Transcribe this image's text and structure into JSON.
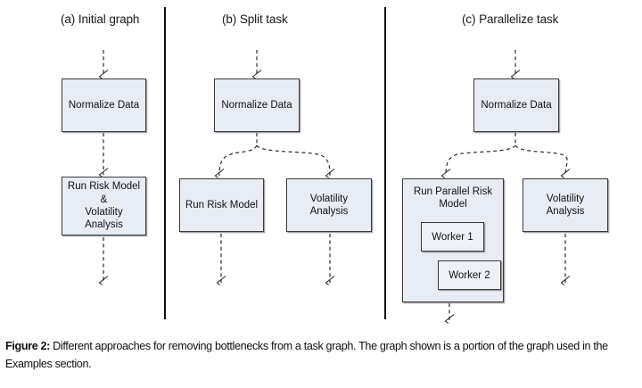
{
  "figure": {
    "caption_label": "Figure 2:",
    "caption_text": " Different approaches for removing bottlenecks from a task graph. The graph shown is a portion of the graph used in the Examples section."
  },
  "panels": [
    {
      "id": "a",
      "title": "(a) Initial graph",
      "nodes": [
        {
          "name": "normalize-data",
          "label": "Normalize Data"
        },
        {
          "name": "run-risk-model-and-volatility-analysis",
          "label": "Run Risk Model\n&\nVolatility\nAnalysis"
        }
      ]
    },
    {
      "id": "b",
      "title": "(b) Split task",
      "nodes": [
        {
          "name": "normalize-data",
          "label": "Normalize Data"
        },
        {
          "name": "run-risk-model",
          "label": "Run Risk Model"
        },
        {
          "name": "volatility-analysis",
          "label": "Volatility\nAnalysis"
        }
      ]
    },
    {
      "id": "c",
      "title": "(c) Parallelize task",
      "nodes": [
        {
          "name": "normalize-data",
          "label": "Normalize Data"
        },
        {
          "name": "run-parallel-risk-model",
          "label": "Run Parallel Risk\nModel"
        },
        {
          "name": "worker-1",
          "label": "Worker 1"
        },
        {
          "name": "worker-2",
          "label": "Worker 2"
        },
        {
          "name": "volatility-analysis",
          "label": "Volatility\nAnalysis"
        }
      ]
    }
  ],
  "style": {
    "node_fill": "#e7ecf5",
    "node_border": "#3a3a3a",
    "edge_color": "#2b2b2b",
    "divider_color": "#0f0f0f",
    "background": "#ffffff"
  }
}
